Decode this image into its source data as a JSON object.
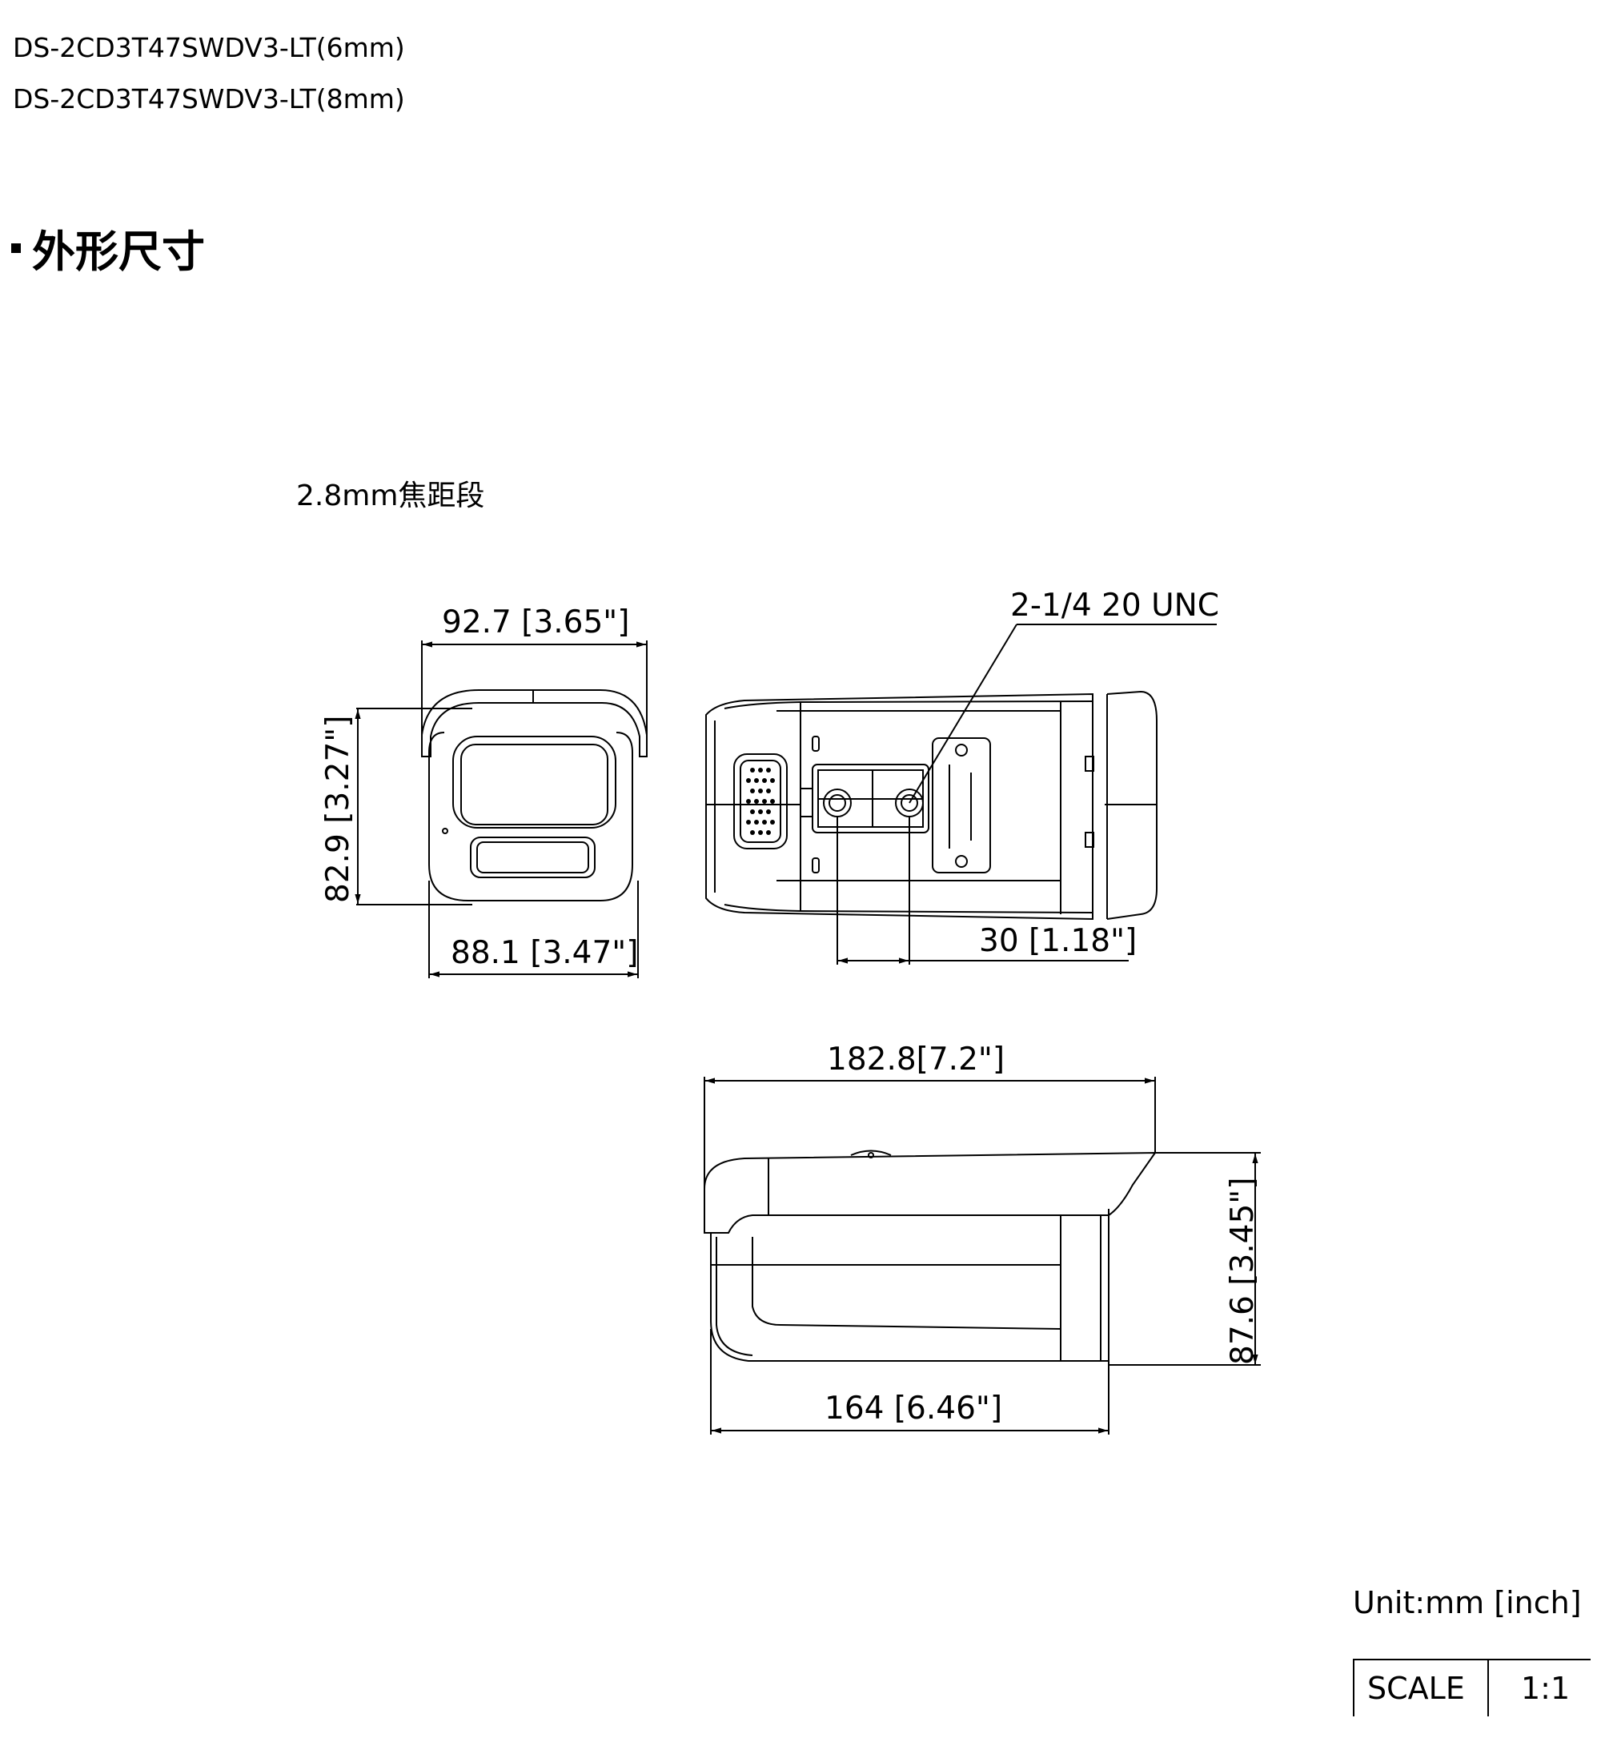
{
  "models": [
    "DS-2CD3T47SWDV3-LT(6mm)",
    "DS-2CD3T47SWDV3-LT(8mm)"
  ],
  "section_title": "外形尺寸",
  "focal_label": "2.8mm焦距段",
  "dimensions": {
    "front_width_top": "92.7 [3.65\"]",
    "front_height": "82.9 [3.27\"]",
    "front_width_bottom": "88.1 [3.47\"]",
    "mount_thread": "2-1/4 20 UNC",
    "hole_spacing": "30 [1.18\"]",
    "total_length": "182.8[7.2\"]",
    "body_length": "164 [6.46\"]",
    "side_height": "87.6 [3.45\"]"
  },
  "unit_label": "Unit:mm [inch]",
  "scale": {
    "label": "SCALE",
    "value": "1:1"
  }
}
